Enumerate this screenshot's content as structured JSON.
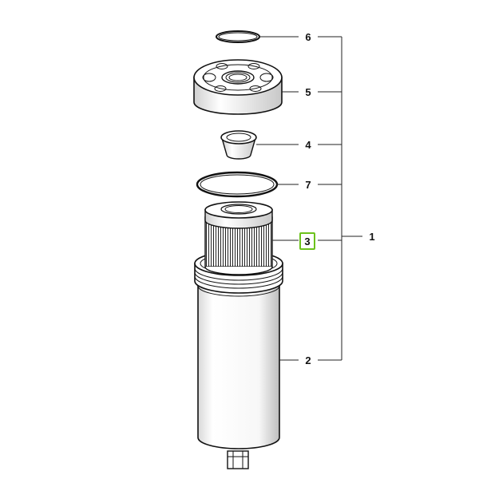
{
  "callouts": {
    "c1": "1",
    "c2": "2",
    "c3": "3",
    "c4": "4",
    "c5": "5",
    "c6": "6",
    "c7": "7"
  },
  "highlighted_callout": "3",
  "colors": {
    "highlight": "#6cc21b",
    "line": "#111111"
  }
}
